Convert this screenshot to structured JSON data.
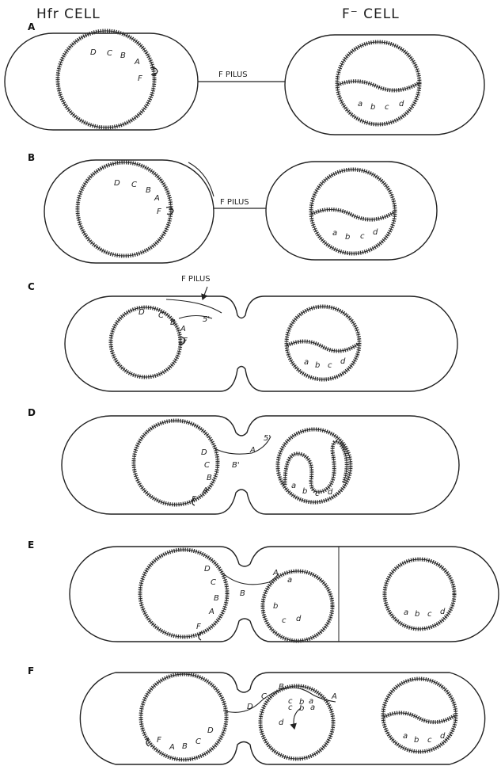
{
  "headers": {
    "hfr": "Hfr CELL",
    "fminus": "F⁻ CELL"
  },
  "panels": [
    {
      "letter": "A",
      "pilus": "F PILUS",
      "hfr_genes": [
        "D",
        "C",
        "B",
        "A",
        "F"
      ],
      "recipient_genes": [
        "a",
        "b",
        "c",
        "d"
      ]
    },
    {
      "letter": "B",
      "pilus": "F PILUS",
      "hfr_genes": [
        "D",
        "C",
        "B",
        "A",
        "F"
      ],
      "recipient_genes": [
        "a",
        "b",
        "c",
        "d"
      ]
    },
    {
      "letter": "C",
      "pilus": "F PILUS",
      "hfr_genes": [
        "D",
        "C",
        "B",
        "A",
        "F",
        "5'"
      ],
      "recipient_genes": [
        "a",
        "b",
        "c",
        "d"
      ]
    },
    {
      "letter": "D",
      "hfr_genes": [
        "D",
        "C",
        "B",
        "A",
        "F",
        "5'",
        "A",
        "B'"
      ],
      "recipient_genes": [
        "a",
        "b",
        "c",
        "d"
      ]
    },
    {
      "letter": "E",
      "hfr_genes": [
        "D",
        "C",
        "B",
        "A",
        "F",
        "A",
        "B"
      ],
      "recipient_genes": [
        "a",
        "b",
        "c",
        "d"
      ],
      "third_cell_genes": [
        "a",
        "b",
        "c",
        "d"
      ]
    },
    {
      "letter": "F",
      "hfr_genes": [
        "F",
        "A",
        "B",
        "C",
        "D",
        "D",
        "C",
        "B",
        "A"
      ],
      "recipient_genes": [
        "a",
        "b",
        "c",
        "d",
        "c",
        "b",
        "a"
      ],
      "third_cell_genes": [
        "a",
        "b",
        "c",
        "d"
      ]
    }
  ]
}
